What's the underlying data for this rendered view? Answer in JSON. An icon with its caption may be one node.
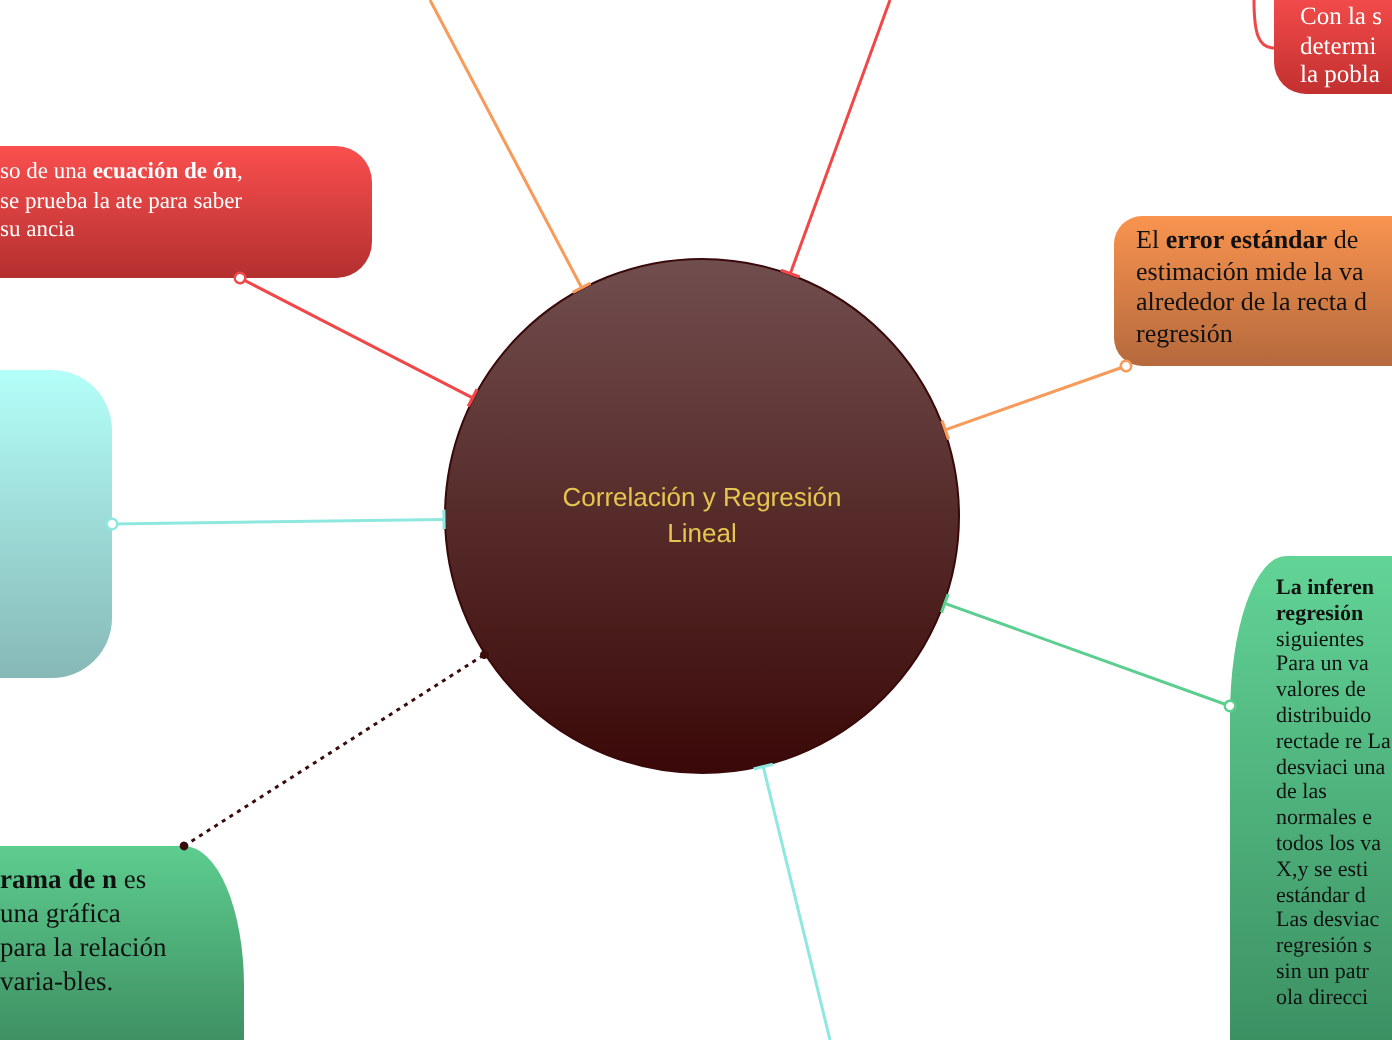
{
  "diagram": {
    "nodes": [
      {
        "text": [
          "Con la s determi la pobla"
        ]
      },
      {
        "text": [
          "so de una **ecuación de ón**, se prueba la ate para saber su ancia"
        ]
      },
      {
        "text": [
          "El **error estándar** de estimación mide la va alrededor de la recta d regresión"
        ]
      },
      {
        "text": [
          "Correlación y Regresión Lineal"
        ]
      },
      {
        "text": [],
        "shape": "box"
      },
      {
        "text": [
          "**La inferen regresión** siguientes Para un va valores de distribuido rectade re La desviaci una de las normales e todos los va X,y se esti estándar d Las desviac regresión s sin un patr ola direcci"
        ]
      },
      {
        "text": [
          "**rama de n** es una gráfica para la relación varia-bles."
        ]
      }
    ],
    "edges": [
      {
        "from": null,
        "to": 3,
        "arrow": "other",
        "color": "#f79a5a"
      },
      {
        "from": null,
        "to": 3,
        "arrow": "other",
        "color": "#f04848"
      },
      {
        "from": null,
        "to": 0,
        "arrow": "none",
        "color": "#f04848"
      },
      {
        "from": 1,
        "to": 3,
        "arrow": "other",
        "color": "#f04848"
      },
      {
        "from": 2,
        "to": 3,
        "arrow": "other",
        "color": "#f79a5a"
      },
      {
        "from": 4,
        "to": 3,
        "arrow": "other",
        "color": "#8ee8e0"
      },
      {
        "from": 5,
        "to": 3,
        "arrow": "other",
        "color": "#5ccf90"
      },
      {
        "from": 6,
        "to": 3,
        "arrow": "other",
        "style": "dashed",
        "color": "#3a0c0c"
      },
      {
        "from": null,
        "to": 3,
        "arrow": "other",
        "color": "#8ee8e0"
      }
    ]
  }
}
